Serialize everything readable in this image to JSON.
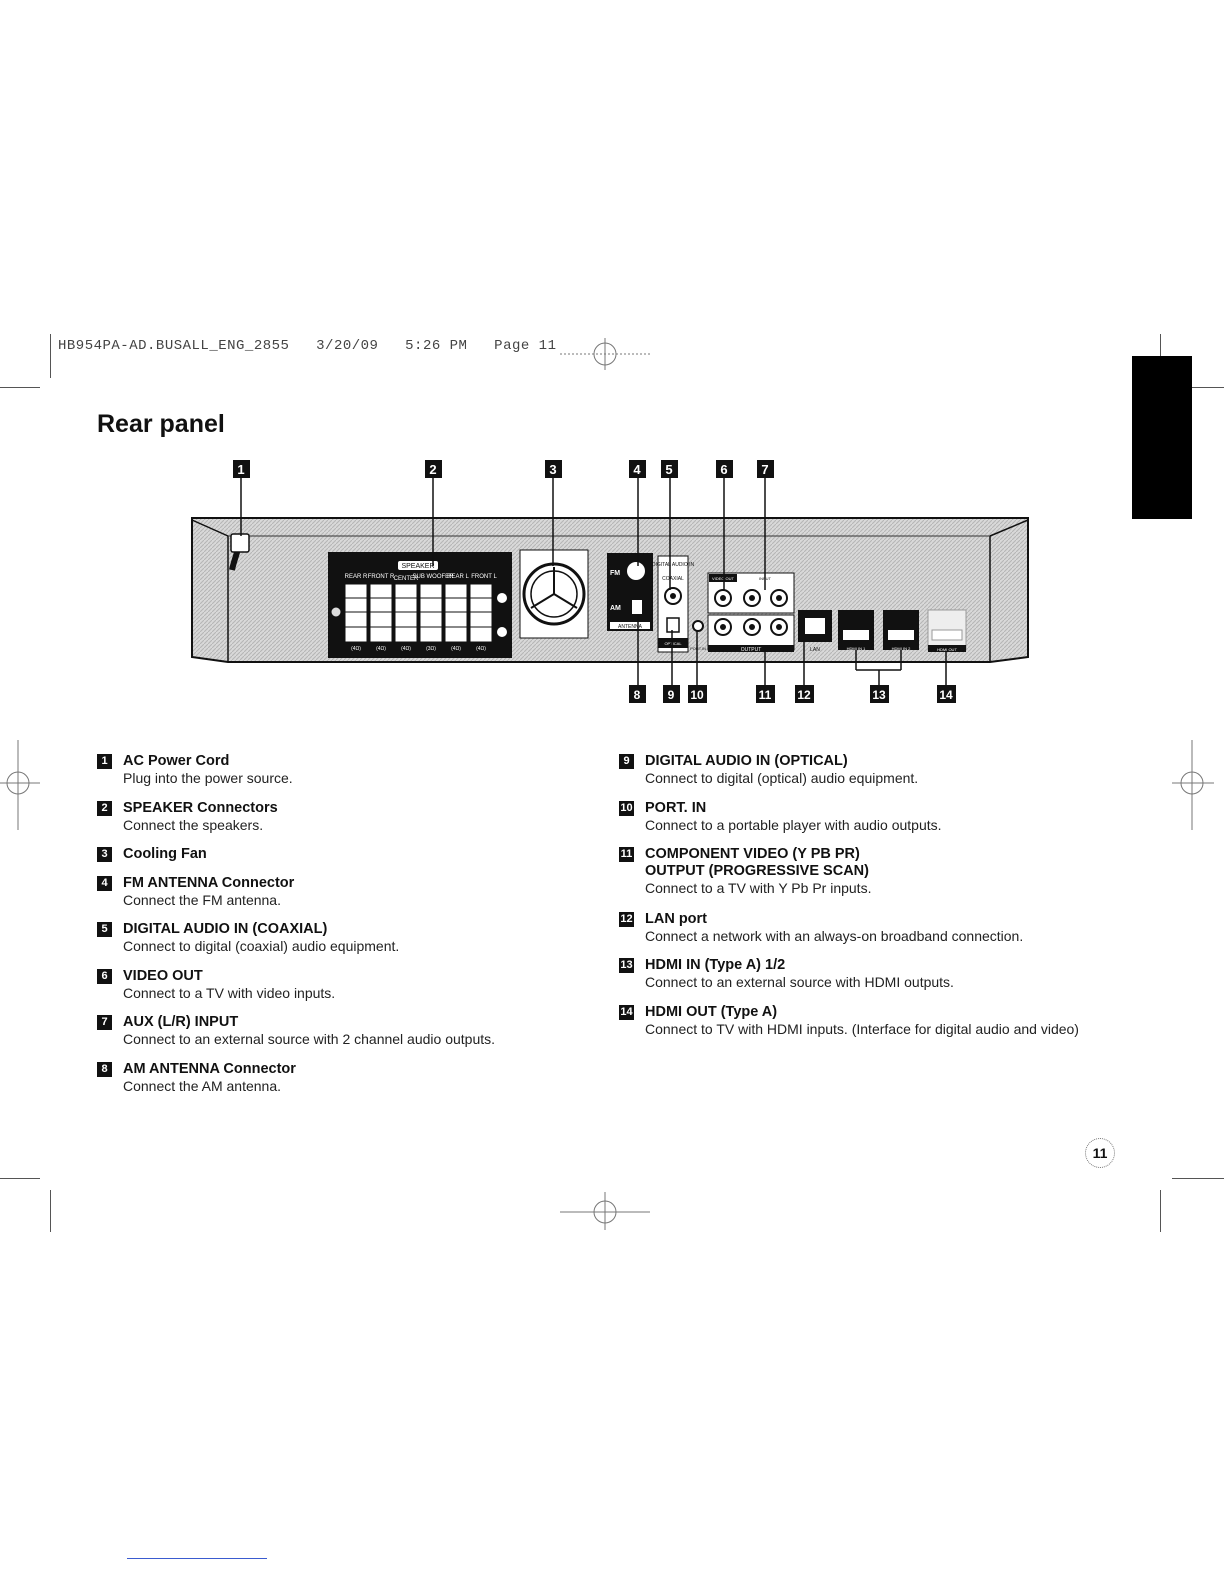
{
  "header": {
    "text": "HB954PA-AD.BUSALL_ENG_2855   3/20/09   5:26 PM   Page 11"
  },
  "title": "Rear panel",
  "diagram": {
    "callouts_top": [
      "1",
      "2",
      "3",
      "4",
      "5",
      "6",
      "7"
    ],
    "callouts_bottom": [
      "8",
      "9",
      "10",
      "11",
      "12",
      "13",
      "14"
    ],
    "labels": {
      "speaker": "SPEAKER",
      "rear_r": "REAR R",
      "front_r": "FRONT R",
      "center": "CENTER",
      "subwoofer": "SUB WOOFER",
      "rear_l": "REAR L",
      "front_l": "FRONT L",
      "ohm4": "(4Ω)",
      "ohm3": "(3Ω)",
      "fm": "FM",
      "am": "AM",
      "antenna": "ANTENNA",
      "digital_audio_in": "DIGITAL AUDIO IN",
      "coaxial": "COAXIAL",
      "optical": "OPTICAL",
      "port_in": "PORT.IN",
      "video_out": "VIDEO OUT",
      "input": "INPUT",
      "output": "OUTPUT",
      "lan": "LAN",
      "hdmi_in_1": "HDMI IN 1",
      "hdmi_in_2": "HDMI IN 2",
      "hdmi_out": "HDMI OUT"
    }
  },
  "items_left": [
    {
      "num": "1",
      "title": "AC Power Cord",
      "desc": "Plug into the power source."
    },
    {
      "num": "2",
      "title": "SPEAKER Connectors",
      "desc": "Connect the speakers."
    },
    {
      "num": "3",
      "title": "Cooling Fan",
      "desc": ""
    },
    {
      "num": "4",
      "title": "FM ANTENNA Connector",
      "desc": "Connect the FM antenna."
    },
    {
      "num": "5",
      "title": "DIGITAL AUDIO IN (COAXIAL)",
      "desc": "Connect to digital (coaxial) audio equipment."
    },
    {
      "num": "6",
      "title": "VIDEO OUT",
      "desc": "Connect to a TV with video inputs."
    },
    {
      "num": "7",
      "title": "AUX (L/R) INPUT",
      "desc": "Connect to an external source with 2 channel audio outputs."
    },
    {
      "num": "8",
      "title": "AM ANTENNA Connector",
      "desc": "Connect the AM antenna."
    }
  ],
  "items_right": [
    {
      "num": "9",
      "title": "DIGITAL AUDIO IN (OPTICAL)",
      "desc": "Connect to digital (optical) audio equipment."
    },
    {
      "num": "10",
      "title": "PORT. IN",
      "desc": "Connect to a portable player with audio outputs."
    },
    {
      "num": "11",
      "title": "COMPONENT VIDEO (Y PB PR)",
      "title2": "OUTPUT (PROGRESSIVE SCAN)",
      "desc": "Connect to a TV with Y Pb Pr inputs."
    },
    {
      "num": "12",
      "title": "LAN port",
      "desc": "Connect a network with an always-on broadband connection."
    },
    {
      "num": "13",
      "title": "HDMI IN (Type A) 1/2",
      "desc": "Connect to an external source with HDMI outputs."
    },
    {
      "num": "14",
      "title": "HDMI OUT (Type A)",
      "desc": "Connect to TV with HDMI inputs. (Interface for digital audio and video)"
    }
  ],
  "page_number": "11"
}
